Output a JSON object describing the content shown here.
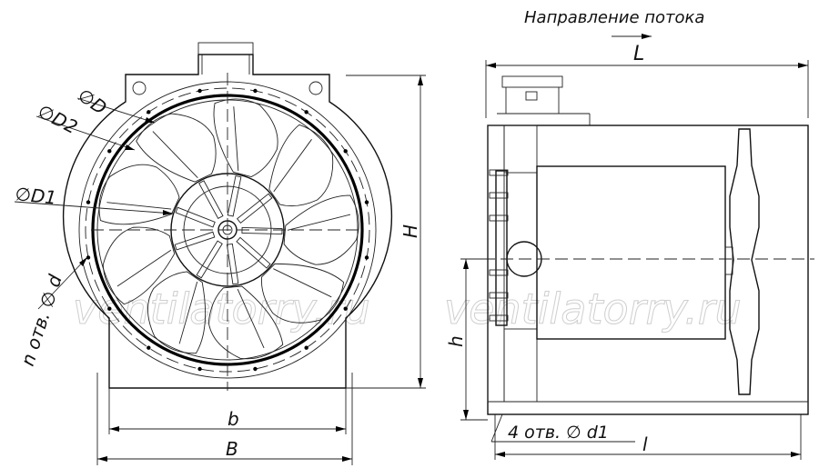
{
  "flow_label": "Направление потока",
  "labels": {
    "L": "L",
    "H": "H",
    "h": "h",
    "b": "b",
    "B": "B",
    "l": "l",
    "D": "∅D",
    "D2": "∅D2",
    "D1": "∅D1",
    "holes_n": "n отв. ∅ d",
    "holes_4": "4 отв. ∅ d1"
  },
  "watermark": "ventilatorry.ru",
  "blade_count": 9
}
